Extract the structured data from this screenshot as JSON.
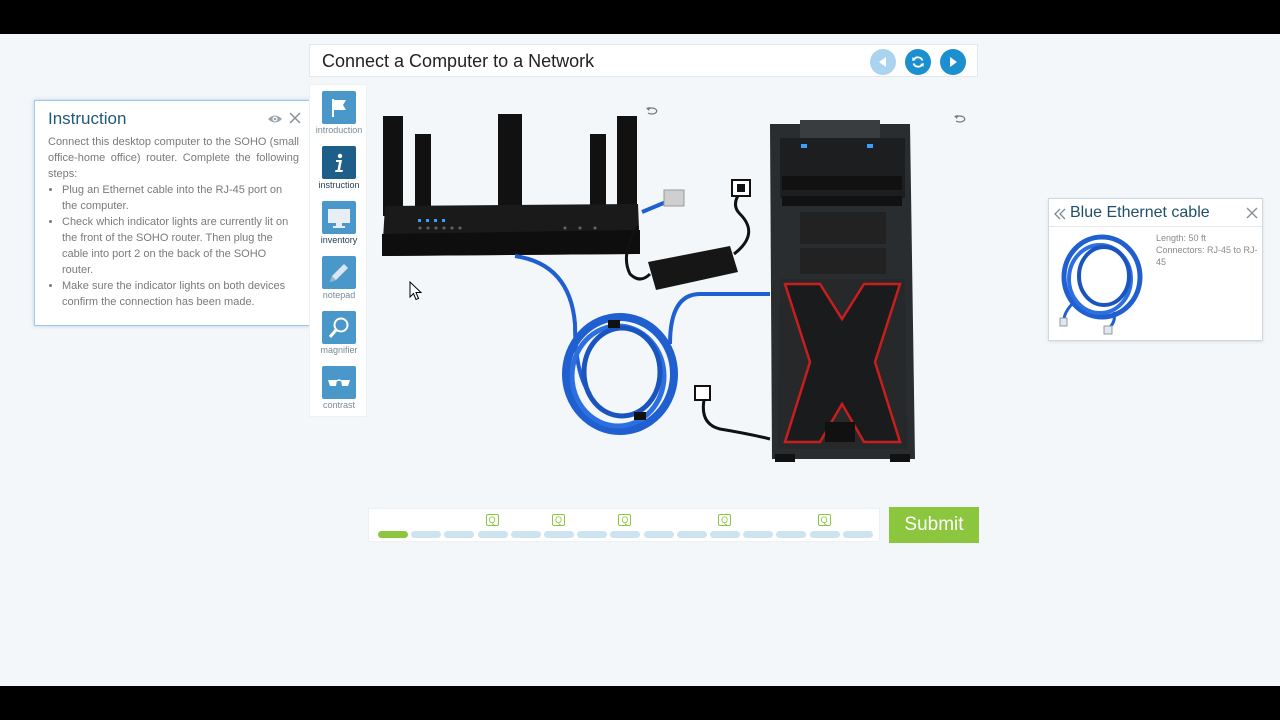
{
  "header": {
    "title": "Connect a Computer to a Network"
  },
  "instruction": {
    "title": "Instruction",
    "intro": "Connect this desktop computer to the SOHO (small office-home office) router. Complete the following steps:",
    "steps": [
      "Plug an Ethernet cable into the RJ-45 port on the computer.",
      "Check which indicator lights are currently lit on the front of the SOHO router. Then plug the cable into port 2 on the back of the SOHO router.",
      "Make sure the indicator lights on both devices confirm the connection has been made."
    ]
  },
  "tools": [
    {
      "label": "introduction",
      "icon": "flag-icon"
    },
    {
      "label": "instruction",
      "icon": "info-icon"
    },
    {
      "label": "inventory",
      "icon": "monitor-icon"
    },
    {
      "label": "notepad",
      "icon": "pencil-icon"
    },
    {
      "label": "magnifier",
      "icon": "magnifier-icon"
    },
    {
      "label": "contrast",
      "icon": "glasses-icon"
    }
  ],
  "progress": {
    "total_segments": 15,
    "completed_segments": 1,
    "question_label": "Q",
    "question_segments": [
      3,
      5,
      7,
      10,
      13
    ]
  },
  "submit_label": "Submit",
  "cable_panel": {
    "title": "Blue Ethernet cable",
    "length": "Length: 50 ft",
    "connectors": "Connectors: RJ-45 to RJ-45"
  },
  "colors": {
    "accent_blue": "#1b8fcf",
    "submit_green": "#8cc63f",
    "cable_blue": "#1f5fd0"
  }
}
